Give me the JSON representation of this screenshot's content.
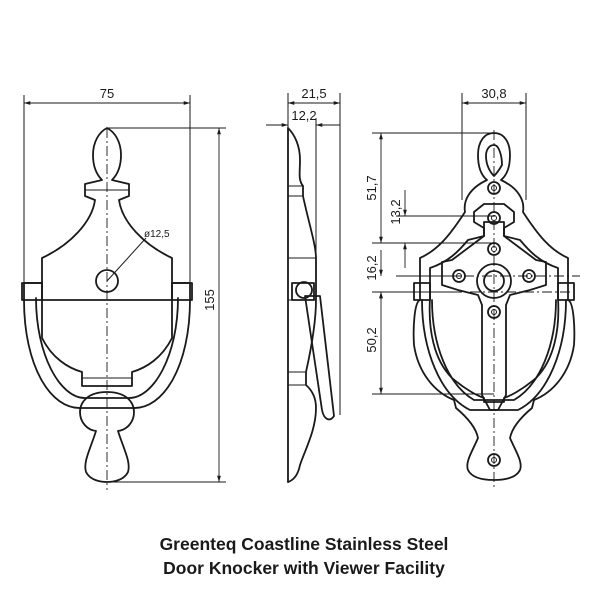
{
  "dimensions": {
    "front_width": "75",
    "front_height": "155",
    "hole_diameter": "ø12,5",
    "side_depth": "21,5",
    "side_inner": "12,2",
    "back_width": "30,8",
    "back_top": "51,7",
    "back_upper": "13,2",
    "back_middle": "16,2",
    "back_lower": "50,2"
  },
  "caption": {
    "line1": "Greenteq Coastline Stainless Steel",
    "line2": "Door Knocker with Viewer Facility"
  }
}
